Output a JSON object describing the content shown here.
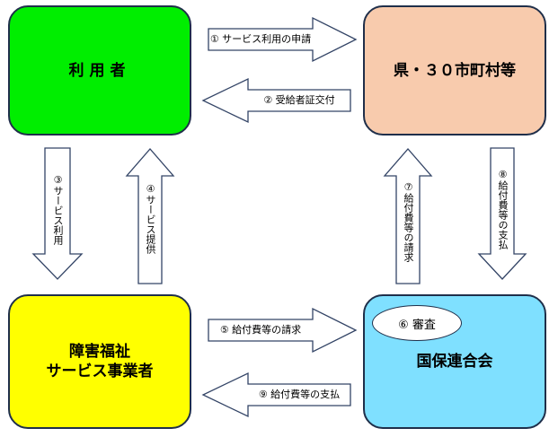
{
  "nodes": {
    "user": {
      "label": "利用者",
      "color": "#00ee00"
    },
    "prefecture": {
      "label": "県・３０市町村等",
      "color": "#f8cbad"
    },
    "provider": {
      "label": "障害福祉\nサービス事業者",
      "color": "#ffff00"
    },
    "kokuho": {
      "label": "国保連合会",
      "color": "#7fe0ff"
    }
  },
  "review": {
    "label": "⑥ 審査"
  },
  "arrows": {
    "a1": "① サービス利用の申請",
    "a2": "② 受給者証交付",
    "a3": "③サービス利用",
    "a4": "④サービス提供",
    "a5": "⑤ 給付費等の請求",
    "a7": "⑦給付費等の請求",
    "a8": "⑧給付費等の支払",
    "a9": "⑨ 給付費等の支払"
  }
}
